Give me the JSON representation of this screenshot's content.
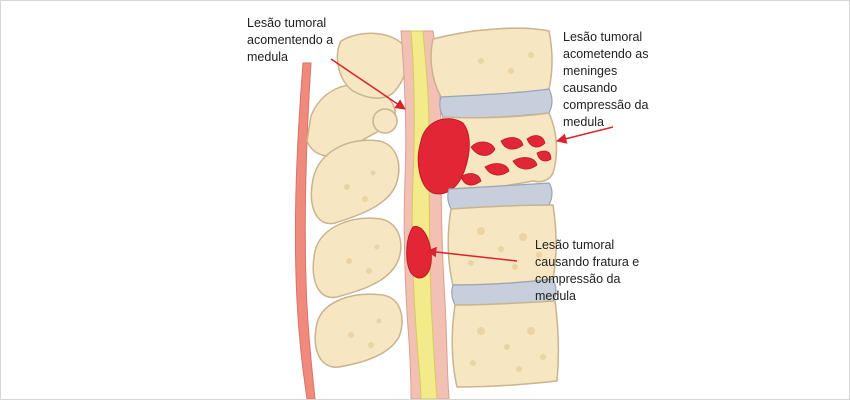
{
  "labels": {
    "top_left": "Lesão tumoral\nacomentendo a\nmedula",
    "top_right": "Lesão tumoral\nacometendo as\nmeninges\ncausando\ncompressão da\nmedula",
    "mid_right": "Lesão tumoral\ncausando fratura e\ncompressão da\nmedula"
  },
  "colors": {
    "bone": "#f6e6c2",
    "bone_outline": "#c9b48e",
    "bone_spots": "#ecd3a4",
    "disc": "#c8cfdc",
    "spinal_cord": "#f3ea8a",
    "dura": "#f2c1b3",
    "tumor": "#e32636",
    "arrow": "#d9232d",
    "ligament": "#ef8a7c"
  }
}
